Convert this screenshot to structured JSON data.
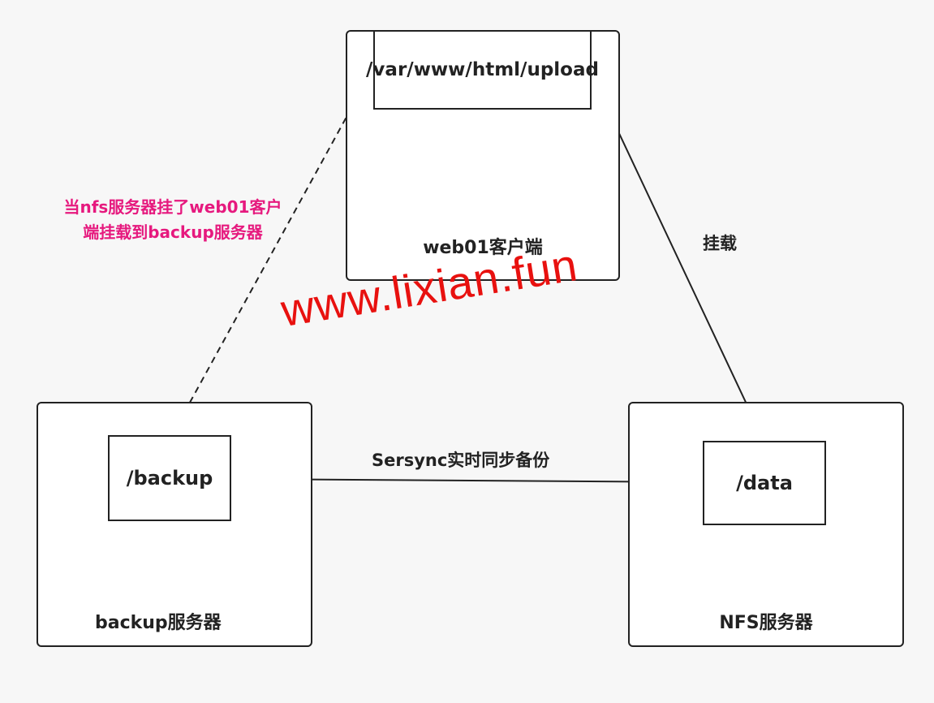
{
  "nodes": {
    "web": {
      "title": "web01客户端",
      "path": "/var/www/html/upload"
    },
    "backup": {
      "title": "backup服务器",
      "path": "/backup"
    },
    "nfs": {
      "title": "NFS服务器",
      "path": "/data"
    }
  },
  "edges": {
    "mount": {
      "label": "挂载"
    },
    "sync": {
      "label": "Sersync实时同步备份"
    },
    "failover": {
      "label": "当nfs服务器挂了web01客户端挂载到backup服务器"
    }
  },
  "watermark": "www.lixian.fun",
  "colors": {
    "line": "#222222",
    "failover_text": "#e6197e",
    "watermark": "#e8110f"
  }
}
